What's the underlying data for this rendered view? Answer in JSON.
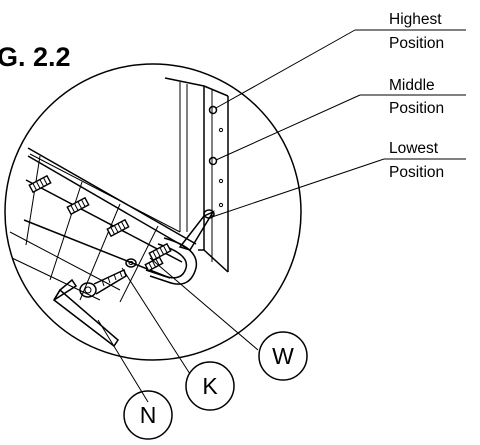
{
  "figure": {
    "label": "G. 2.2"
  },
  "positions": [
    {
      "line1": "Highest",
      "line2": "Position"
    },
    {
      "line1": "Middle",
      "line2": "Position"
    },
    {
      "line1": "Lowest",
      "line2": "Position"
    }
  ],
  "callouts": {
    "w": "W",
    "k": "K",
    "n": "N"
  }
}
